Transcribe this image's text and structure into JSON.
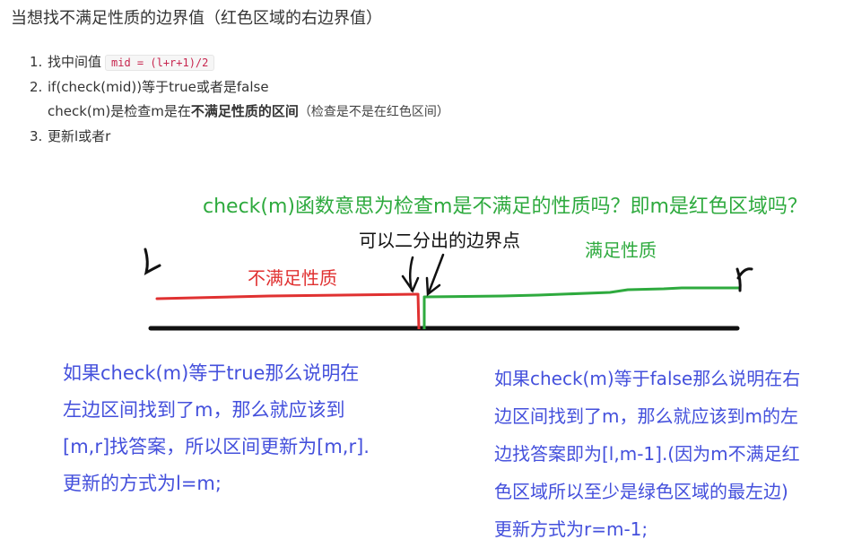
{
  "heading": "当想找不满足性质的边界值（红色区域的右边界值）",
  "steps": [
    {
      "num": "1.",
      "text": "找中间值",
      "code": "mid = (l+r+1)/2"
    },
    {
      "num": "2.",
      "text": "if(check(mid))等于true或者是false"
    },
    {
      "num": "",
      "pre": "check(m)是检查m是在",
      "bold": "不满足性质的区间",
      "paren": "（检查是不是在红色区间）"
    },
    {
      "num": "3.",
      "text": "更新l或者r"
    }
  ],
  "diagram": {
    "top_note": "check(m)函数意思为检查m是不满足的性质吗？即m是红色区域吗？",
    "boundary_label": "可以二分出的边界点",
    "left_label": "不满足性质",
    "right_label": "满足性质",
    "l_mark": "l",
    "r_mark": "r",
    "colors": {
      "red": "#e03131",
      "green": "#2eaa3e",
      "blue": "#4450dc",
      "black": "#111111"
    }
  },
  "left_note": [
    "如果check(m)等于true那么说明在",
    "左边区间找到了m，那么就应该到",
    "[m,r]找答案，所以区间更新为[m,r].",
    "更新的方式为l=m;"
  ],
  "right_note": [
    "如果check(m)等于false那么说明在右",
    "边区间找到了m，那么就应该到m的左",
    "边找答案即为[l,m-1].(因为m不满足红",
    "色区域所以至少是绿色区域的最左边)",
    "更新方式为r=m-1;"
  ]
}
